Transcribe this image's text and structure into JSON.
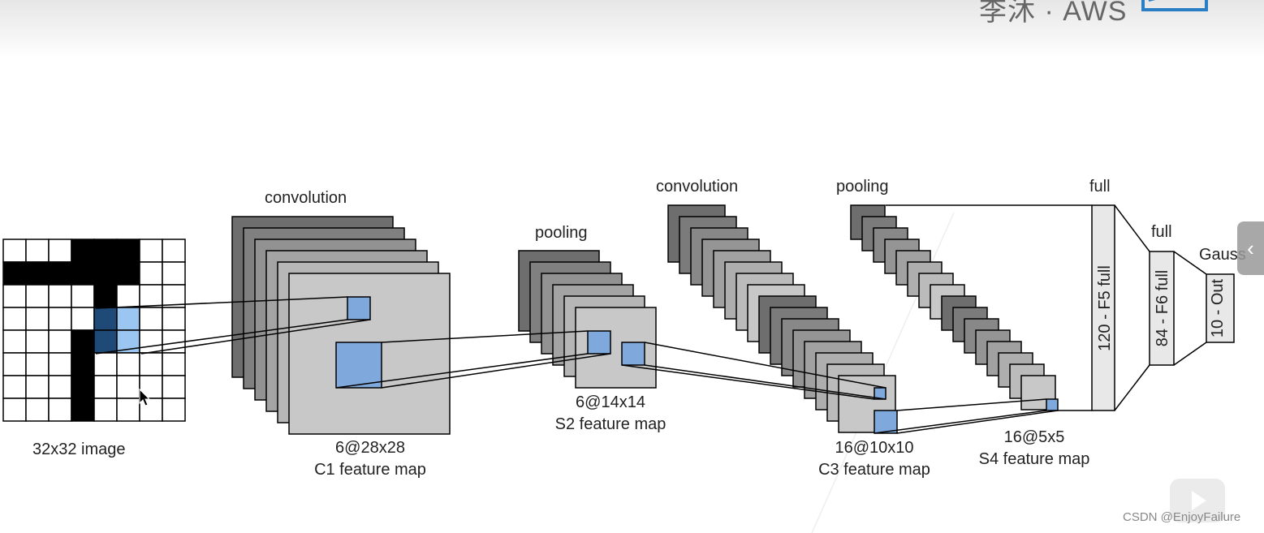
{
  "header": {
    "brand_text": "李沐 · AWS"
  },
  "labels": {
    "input": "32x32 image",
    "conv1": "convolution",
    "c1_size": "6@28x28",
    "c1_name": "C1 feature map",
    "pool1": "pooling",
    "s2_size": "6@14x14",
    "s2_name": "S2 feature map",
    "conv2": "convolution",
    "c3_size": "16@10x10",
    "c3_name": "C3 feature map",
    "pool2": "pooling",
    "s4_size": "16@5x5",
    "s4_name": "S4 feature map",
    "full1": "full",
    "f5": "120 - F5 full",
    "full2": "full",
    "f6": "84 - F6 full",
    "gauss": "Gauss",
    "out": "10 - Out"
  },
  "overlay": {
    "side_tab_icon": "chevron-left-icon",
    "side_tab_glyph": "‹",
    "play_icon": "play-icon",
    "watermark": "CSDN @EnjoyFailure"
  },
  "colors": {
    "highlight": "#7fa9dc",
    "highlight_dark": "#1f4a78",
    "highlight_light": "#9cc6f2",
    "map_light": "#c8c8c8",
    "map_dark": "#6e6e6e",
    "ink": "#000000"
  }
}
